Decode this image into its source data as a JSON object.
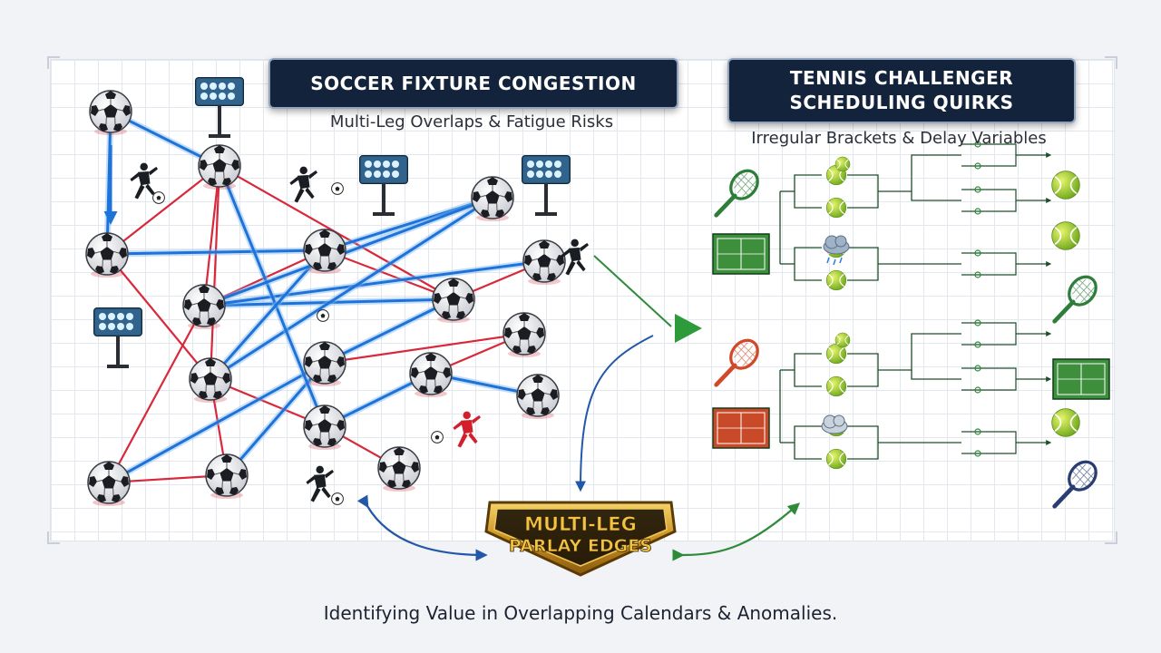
{
  "soccer": {
    "title": "SOCCER FIXTURE CONGESTION",
    "subtitle": "Multi-Leg Overlaps & Fatigue Risks"
  },
  "tennis": {
    "title_line1": "TENNIS CHALLENGER",
    "title_line2": "SCHEDULING QUIRKS",
    "subtitle": "Irregular Brackets & Delay Variables"
  },
  "badge": {
    "line1": "MULTI-LEG",
    "line2": "PARLAY EDGES"
  },
  "footer": "Identifying Value in Overlapping Calendars & Anomalies.",
  "colors": {
    "title_bg": "#13233b",
    "red_link": "#d8283a",
    "blue_link": "#1e73d8",
    "green_link": "#2e8b3a",
    "badge_gold": "#d9a52a"
  },
  "icons": [
    "soccer-ball-icon",
    "stadium-light-icon",
    "player-silhouette-icon",
    "tennis-racket-icon",
    "tennis-ball-icon",
    "tennis-court-icon",
    "rain-cloud-icon",
    "cloud-icon"
  ]
}
